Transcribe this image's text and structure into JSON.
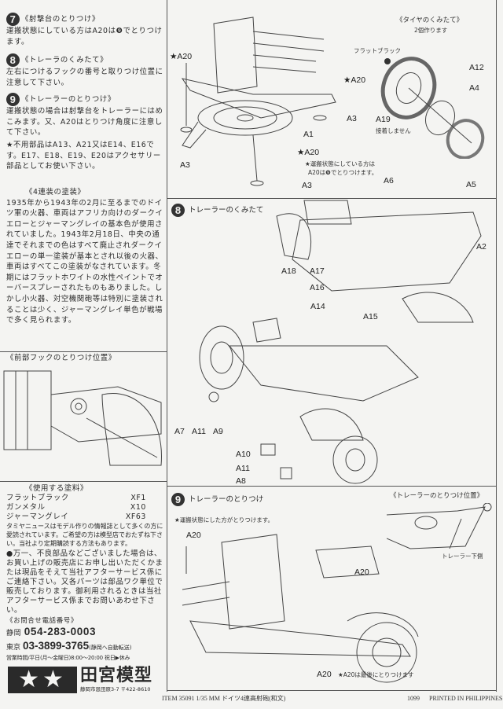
{
  "left": {
    "steps": [
      {
        "num": "7",
        "title": "《射撃台のとりつけ》",
        "body": "運搬状態にしている方はA20は❾でとりつけます。"
      },
      {
        "num": "8",
        "title": "《トレーラのくみたて》",
        "body": "左右につけるフックの番号と取りつけ位置に注意して下さい。"
      },
      {
        "num": "9",
        "title": "《トレーラーのとりつけ》",
        "body": "運搬状態の場合は射撃台をトレーラーにはめこみます。又、A20はとりつけ角度に注意して下さい。"
      }
    ],
    "unused_parts": "★不用部品はA13、A21又はE14、E16です。E17、E18、E19、E20はアクセサリー部品としてお使い下さい。",
    "painting_title": "《4連装の塗装》",
    "painting_body": "1935年から1943年の2月に至るまでのドイツ軍の火器、車両はアフリカ向けのダークイエローとジャーマングレイの基本色が使用されていました。1943年2月18日、中央の通達でそれまでの色はすべて廃止されダークイエローの単一塗装が基本とされ以後の火器、車両はすべてこの塗装がなされています。冬期にはフラットホワイトの水性ペイントでオーバースプレーされたものもありました。しかし小火器、対空機関砲等は特別に塗装されることは少く、ジャーマングレイ単色が戦場で多く見られます。",
    "hook_title": "《前部フックのとりつけ位置》",
    "paints_title": "《使用する塗料》",
    "paints": [
      {
        "name": "フラットブラック",
        "code": "XF1"
      },
      {
        "name": "ガンメタル",
        "code": "X10"
      },
      {
        "name": "ジャーマングレイ",
        "code": "XF63"
      }
    ],
    "news_note": "タミヤニュースはモデル作りの情報誌として多くの方に愛読されています。ご希望の方は模型店でおたずね下さい。当社より定期購読する方法もあります。",
    "defect_note": "●万一、不良部品などございました場合は、お買い上げの販売店にお申し出いただくかまたは現品をそえて当社アフターサービス係にご連絡下さい。又各パーツは部品ワク単位で販売しております。御利用されるときは当社アフターサービス係までお問いあわせ下さい。",
    "contact_title": "《お問合せ電話番号》",
    "phone1_city": "静岡",
    "phone1": "054-283-0003",
    "phone2_city": "東京",
    "phone2": "03-3899-3765",
    "phone2_note": "(静岡へ自動転送)",
    "hours": "営業時間/平日(月〜金曜日)8:00〜20:00 祝日▶休み",
    "brand": "田宮模型",
    "address": "静岡市恩田原3-7 〒422-8610"
  },
  "step7": {
    "labels": [
      "★A20",
      "★A20",
      "A3",
      "A1",
      "★A20",
      "A3",
      "A3"
    ],
    "note1": "★運搬状態にしている方は",
    "note2": "A20は❾でとりつけます。"
  },
  "tire": {
    "title": "《タイヤのくみたて》",
    "subtitle": "2個作ります",
    "paint": "フラットブラック",
    "labels": [
      "A12",
      "A4",
      "A19"
    ],
    "note": "接着しません"
  },
  "step8": {
    "num": "8",
    "title": "トレーラーのくみたて",
    "labels": [
      "A6",
      "A5",
      "A2",
      "A18",
      "A17",
      "A16",
      "A15",
      "A14",
      "A7",
      "A11",
      "A9",
      "A10",
      "A11",
      "A8"
    ]
  },
  "step9": {
    "num": "9",
    "title": "トレーラーのとりつけ",
    "note": "★運搬状態にした方がとりつけます。",
    "labels": [
      "A20",
      "A20",
      "A20"
    ],
    "inset_title": "《トレーラーのとりつけ位置》",
    "inset_caption": "トレーラー下側",
    "final_note": "★A20は最後にとりつけます"
  },
  "footer": {
    "item": "ITEM 35091  1/35 MM ドイツ4連高射砲(和文)",
    "code": "1099",
    "printed": "PRINTED IN PHILIPPINES"
  }
}
